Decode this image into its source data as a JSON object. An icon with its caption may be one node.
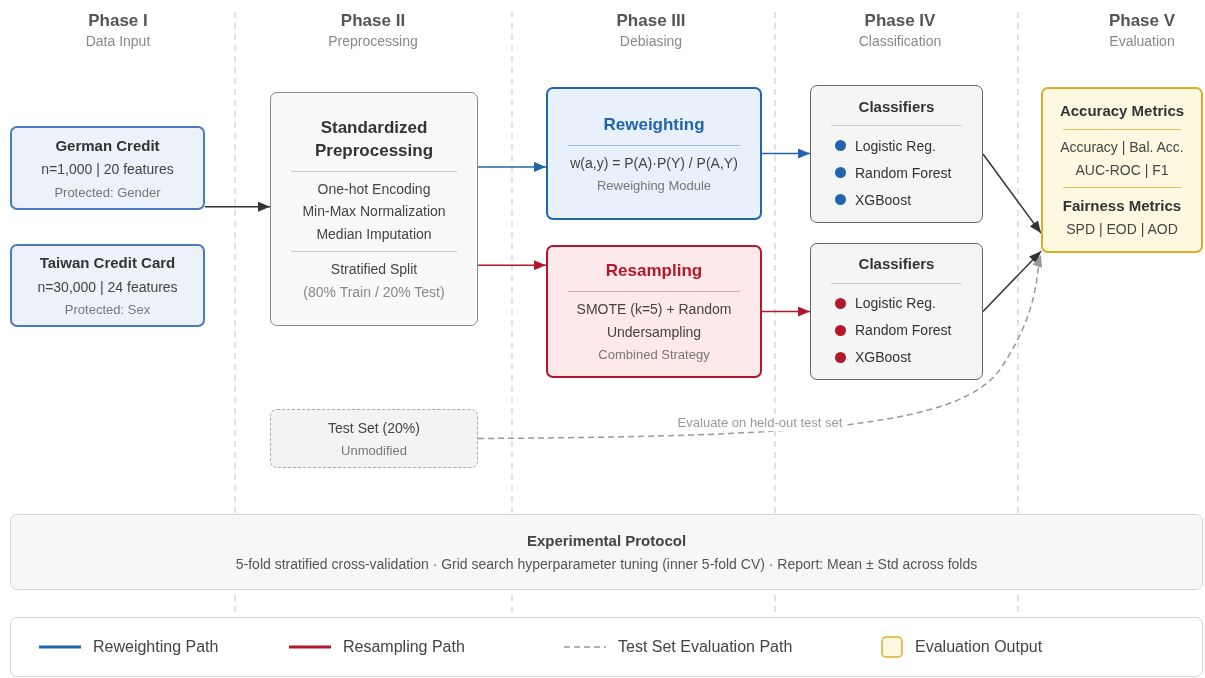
{
  "diagram": {
    "nodes": [
      {
        "text": [
          "German Credit",
          "n=1,000 | 20 features",
          "Protected: Gender"
        ]
      },
      {
        "text": [
          "Taiwan Credit Card",
          "n=30,000 | 24 features",
          "Protected: Sex"
        ]
      },
      {
        "text": [
          "Standardized Preprocessing",
          "One-hot Encoding",
          "Min-Max Normalization",
          "Median Imputation",
          "Stratified Split",
          "(80% Train / 20% Test)"
        ]
      },
      {
        "text": [
          "Reweighting",
          "w(a,y) = P(A)·P(Y) / P(A,Y)",
          "Reweighing Module"
        ]
      },
      {
        "text": [
          "Resampling",
          "SMOTE (k=5) + Random Undersampling",
          "Combined Strategy"
        ]
      },
      {
        "text": [
          "Classifiers",
          "Logistic Reg.",
          "Random Forest",
          "XGBoost"
        ]
      },
      {
        "text": [
          "Classifiers",
          "Logistic Reg.",
          "Random Forest",
          "XGBoost"
        ]
      },
      {
        "text": [
          "Accuracy Metrics",
          "Accuracy | Bal. Acc. AUC-ROC | F1",
          "Fairness Metrics",
          "SPD | EOD | AOD"
        ]
      },
      {
        "text": [
          "Test Set (20%)",
          "Unmodified"
        ]
      },
      {
        "text": [
          "Experimental Protocol",
          "5-fold stratified cross-validation · Grid search hyperparameter tuning (inner 5-fold CV) · Report: Mean ± Std across folds"
        ]
      }
    ],
    "edges": [
      {
        "from": 0,
        "to": 2,
        "arrow": "to",
        "color": "#333333"
      },
      {
        "from": 2,
        "to": 3,
        "arrow": "to",
        "color": "#2166ac"
      },
      {
        "from": 2,
        "to": 4,
        "arrow": "to",
        "color": "#b2182b"
      },
      {
        "from": 3,
        "to": 5,
        "arrow": "to",
        "color": "#2166ac"
      },
      {
        "from": 4,
        "to": 6,
        "arrow": "to",
        "color": "#b2182b"
      },
      {
        "from": 5,
        "to": 7,
        "arrow": "to",
        "color": "#333333"
      },
      {
        "from": 6,
        "to": 7,
        "arrow": "to",
        "color": "#333333"
      },
      {
        "from": 8,
        "to": 7,
        "arrow": "to",
        "style": "dashed",
        "color": "#999999",
        "label": "Evaluate on held-out test set"
      }
    ],
    "labels": [
      "Phase I",
      "Data Input",
      "Phase II",
      "Preprocessing",
      "Phase III",
      "Debiasing",
      "Phase IV",
      "Classification",
      "Phase V",
      "Evaluation"
    ],
    "legend": [
      {
        "text": "Reweighting Path"
      },
      {
        "text": "Resampling Path"
      },
      {
        "text": "Test Set Evaluation Path"
      },
      {
        "text": "Evaluation Output"
      }
    ]
  }
}
